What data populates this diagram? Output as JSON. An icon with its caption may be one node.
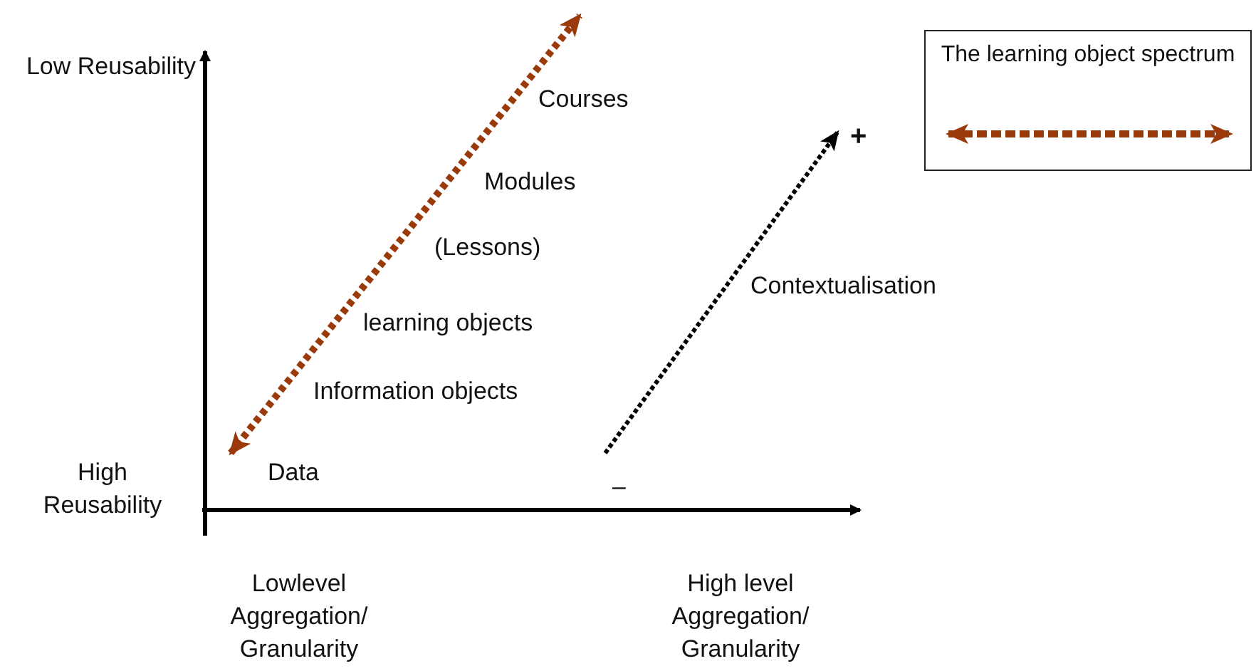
{
  "diagram": {
    "labels": [
      "Low Reusability",
      "Courses",
      "+",
      "Modules",
      "(Lessons)",
      "Contextualisation",
      "learning objects",
      "Information objects",
      "High Reusability",
      "Data",
      "–",
      "Lowlevel Aggregation/ Granularity",
      "High level Aggregation/ Granularity"
    ],
    "legend": [
      {
        "text": "The learning object spectrum"
      }
    ]
  }
}
